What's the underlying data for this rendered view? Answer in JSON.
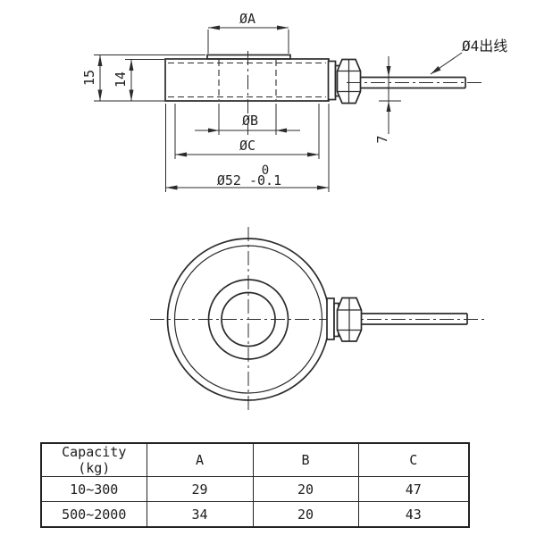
{
  "drawing_title": "load-cell-dimension-drawing",
  "colors": {
    "line": "#2b2b2b",
    "background": "#ffffff"
  },
  "annotations": {
    "dia_a": "ØA",
    "dia_b": "ØB",
    "dia_c": "ØC",
    "dia52_upper_tol": "0",
    "dia52": "Ø52 -0.1",
    "height_total": "15",
    "height_body": "14",
    "cable_height": "7",
    "cable_note": "Ø4出线"
  },
  "table": {
    "headers": [
      "Capacity (kg)",
      "A",
      "B",
      "C"
    ],
    "rows": [
      [
        "10~300",
        "29",
        "20",
        "47"
      ],
      [
        "500~2000",
        "34",
        "20",
        "43"
      ]
    ]
  }
}
